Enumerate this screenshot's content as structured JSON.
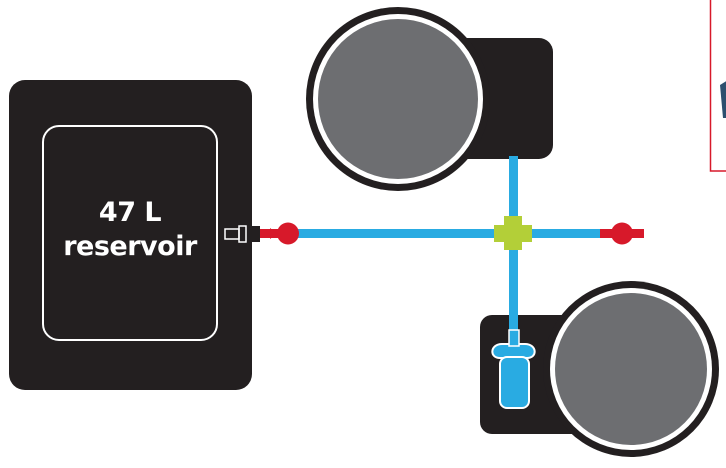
{
  "reservoir": {
    "volume": "47 L",
    "name": "reservoir"
  },
  "colors": {
    "tank": "#231f20",
    "pot": "#6d6e71",
    "outline": "#ffffff",
    "tubing": "#29abe2",
    "valve": "#d7192a",
    "tee_connector": "#b3cf38",
    "pump": "#29abe2",
    "callout_border": "#d7192a",
    "callout_icon": "#2d4f6e"
  },
  "icons": [
    "reservoir-tank",
    "tank-outlet-fitting",
    "shutoff-valve",
    "tee-connector",
    "submersible-pump",
    "plant-pot"
  ]
}
